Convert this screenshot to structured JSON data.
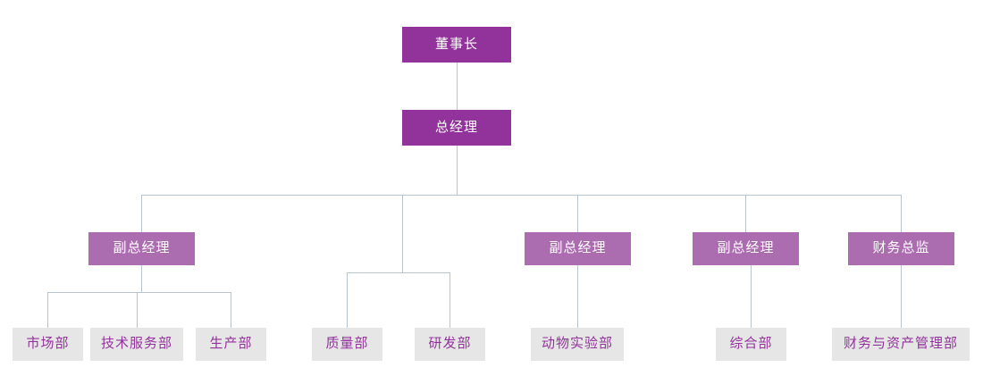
{
  "chart_title": "",
  "colors": {
    "executive_fill": "#92329b",
    "manager_fill": "#ac6cb0",
    "department_fill": "#e6e6e6",
    "department_text": "#92329b",
    "executive_text": "#ffffff",
    "connector": "#b8c4ce",
    "background": "#ffffff"
  },
  "nodes": {
    "chairman": {
      "label": "董事长"
    },
    "general_manager": {
      "label": "总经理"
    },
    "deputy_gm_1": {
      "label": "副总经理"
    },
    "deputy_gm_2": {
      "label": "副总经理"
    },
    "deputy_gm_3": {
      "label": "副总经理"
    },
    "finance_director": {
      "label": "财务总监"
    },
    "dept_marketing": {
      "label": "市场部"
    },
    "dept_tech_service": {
      "label": "技术服务部"
    },
    "dept_production": {
      "label": "生产部"
    },
    "dept_quality": {
      "label": "质量部"
    },
    "dept_rnd": {
      "label": "研发部"
    },
    "dept_animal_lab": {
      "label": "动物实验部"
    },
    "dept_general_affairs": {
      "label": "综合部"
    },
    "dept_finance_asset": {
      "label": "财务与资产管理部"
    }
  },
  "hierarchy": {
    "levels": [
      {
        "level": 1,
        "style": "executive",
        "items": [
          "董事长"
        ]
      },
      {
        "level": 2,
        "style": "executive",
        "items": [
          "总经理"
        ]
      },
      {
        "level": 3,
        "style": "manager",
        "items": [
          "副总经理",
          "副总经理",
          "副总经理",
          "财务总监"
        ]
      },
      {
        "level": 4,
        "style": "department",
        "items": [
          "市场部",
          "技术服务部",
          "生产部",
          "质量部",
          "研发部",
          "动物实验部",
          "综合部",
          "财务与资产管理部"
        ]
      }
    ],
    "edges": [
      {
        "from": "董事长",
        "to": "总经理"
      },
      {
        "from": "总经理",
        "to": "副总经理 (1)"
      },
      {
        "from": "总经理",
        "to": "质量部/研发部 分支"
      },
      {
        "from": "总经理",
        "to": "副总经理 (2)"
      },
      {
        "from": "总经理",
        "to": "副总经理 (3)"
      },
      {
        "from": "总经理",
        "to": "财务总监"
      },
      {
        "from": "副总经理 (1)",
        "to": "市场部"
      },
      {
        "from": "副总经理 (1)",
        "to": "技术服务部"
      },
      {
        "from": "副总经理 (1)",
        "to": "生产部"
      },
      {
        "from": "质量部/研发部 分支",
        "to": "质量部"
      },
      {
        "from": "质量部/研发部 分支",
        "to": "研发部"
      },
      {
        "from": "副总经理 (2)",
        "to": "动物实验部"
      },
      {
        "from": "副总经理 (3)",
        "to": "综合部"
      },
      {
        "from": "财务总监",
        "to": "财务与资产管理部"
      }
    ]
  }
}
